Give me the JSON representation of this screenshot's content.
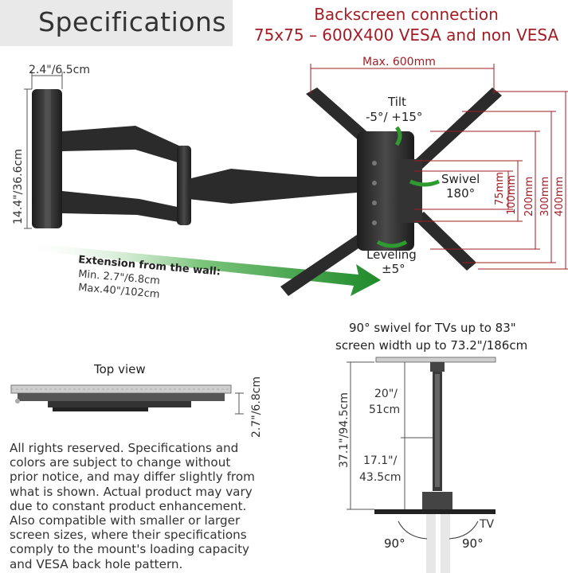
{
  "header": {
    "title": "Specifications",
    "vesa_line1": "Backscreen connection",
    "vesa_line2": "75x75 – 600X400 VESA and non VESA"
  },
  "arm": {
    "width_label": "2.4\"/6.5cm",
    "height_label": "14.4\"/36.6cm",
    "extension_title": "Extension from the wall:",
    "extension_min": "Min. 2.7\"/6.8cm",
    "extension_max": "Max.40\"/102cm"
  },
  "plate": {
    "max_width": "Max. 600mm",
    "tilt_label": "Tilt",
    "tilt_range": "-5°/ +15°",
    "swivel_label": "Swivel",
    "swivel_range": "180°",
    "leveling_label": "Leveling",
    "leveling_range": "±5°",
    "vesa_heights": [
      "75mm",
      "100mm",
      "200mm",
      "300mm",
      "400mm"
    ]
  },
  "top_view": {
    "title": "Top view",
    "depth_label": "2.7\"/6.8cm"
  },
  "swivel_view": {
    "title_line1": "90° swivel for TVs up to 83\"",
    "title_line2": "screen width up to 73.2\"/186cm",
    "total_label": "37.1\"/94.5cm",
    "upper_line1": "20\"/",
    "upper_line2": "51cm",
    "lower_line1": "17.1\"/",
    "lower_line2": "43.5cm",
    "tv_label": "TV",
    "angle_left": "90°",
    "angle_right": "90°"
  },
  "notice": {
    "lines": [
      "All rights reserved. Specifications and",
      "colors are subject to change without",
      "prior notice, and may differ slightly from",
      "what is shown. Actual product may vary",
      "due to constant product enhancement.",
      "Also compatible with smaller or larger",
      "screen sizes, where their specifications",
      "comply to the mount's loading capacity",
      "and VESA back hole pattern."
    ]
  },
  "colors": {
    "red": "#a31d24",
    "metal": "#2a2a2a",
    "arrow_green": "#2f9a2f",
    "text": "#222222"
  }
}
